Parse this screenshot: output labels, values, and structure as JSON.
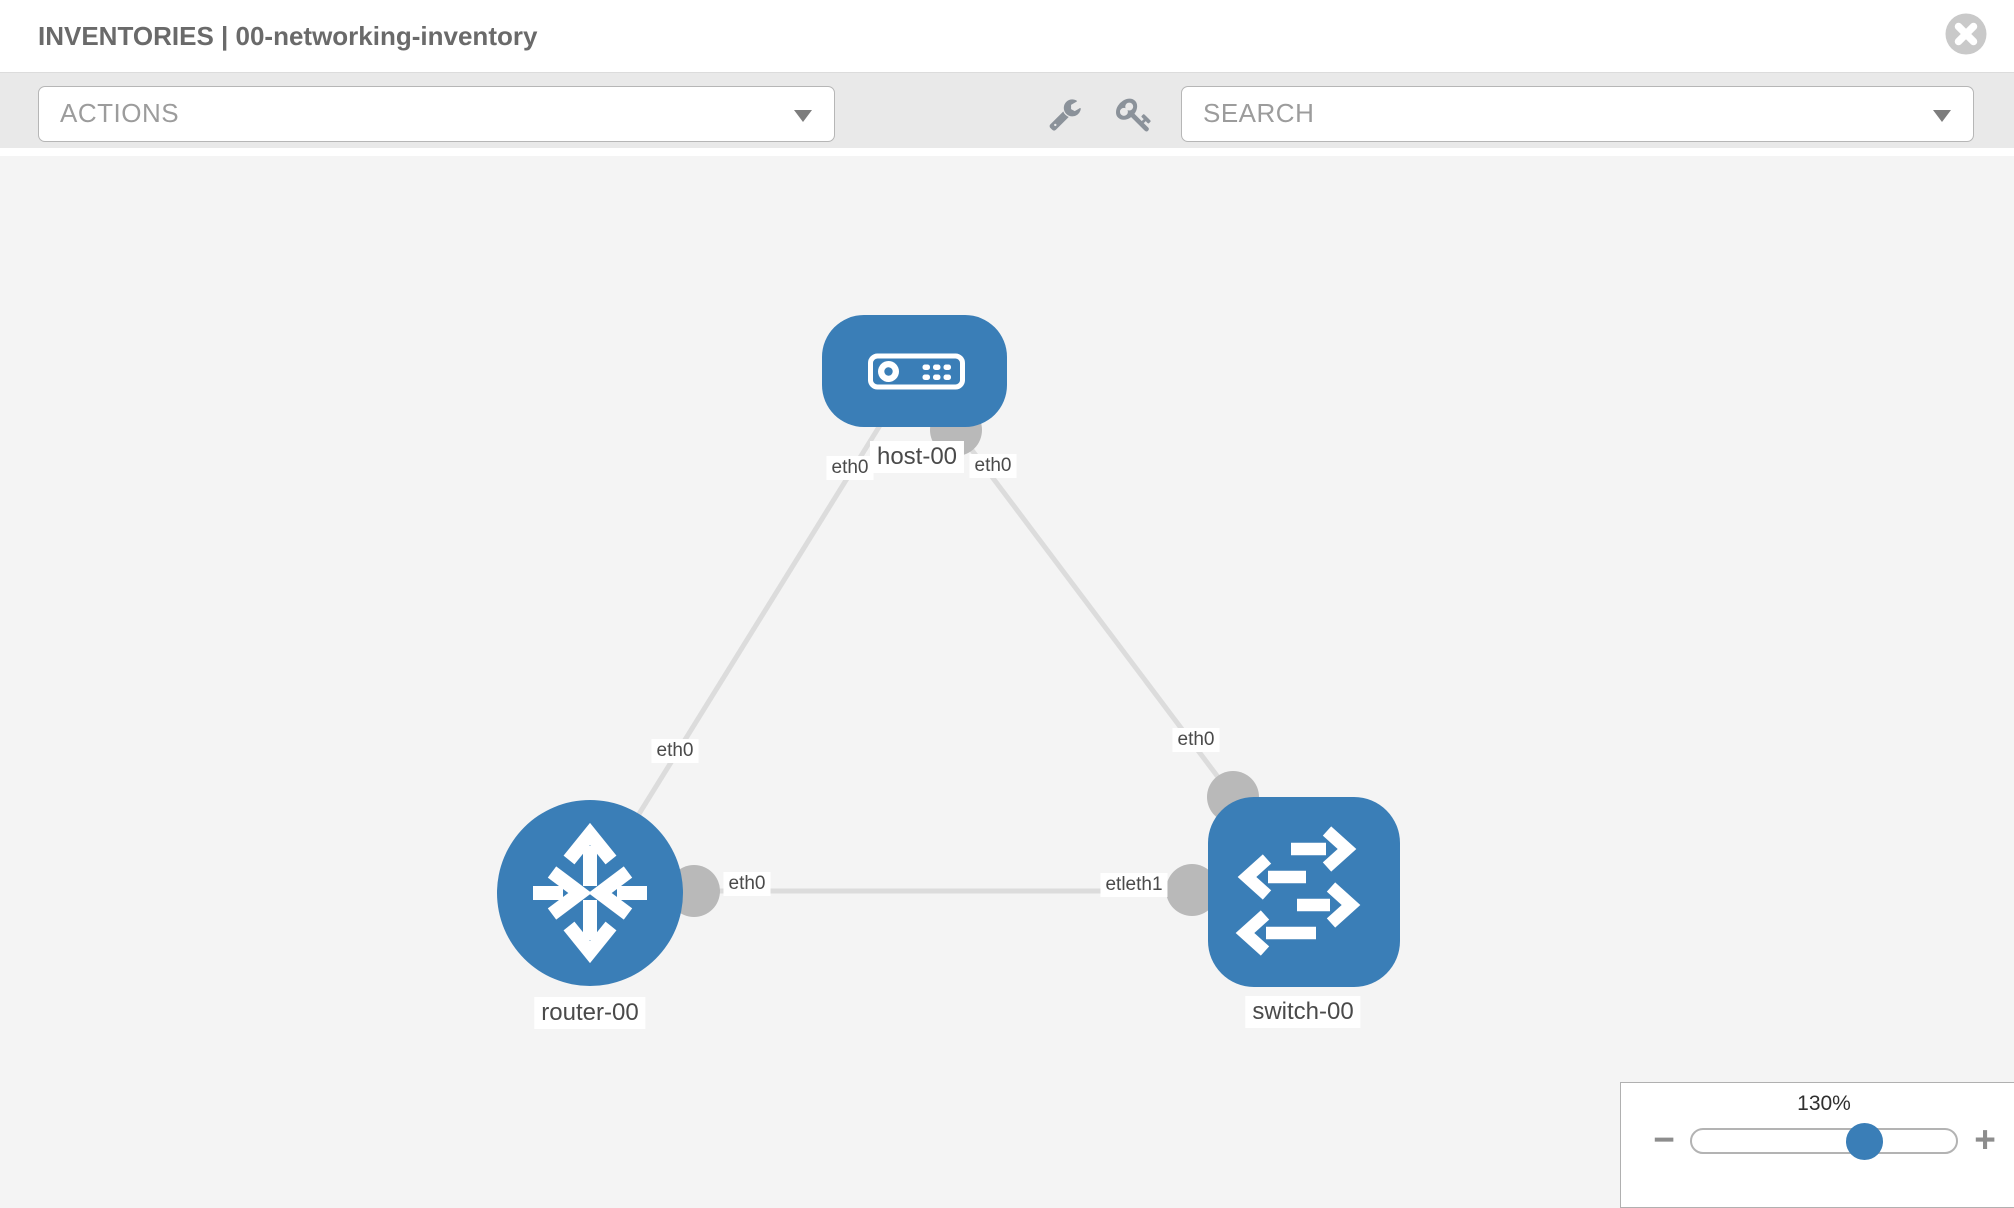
{
  "header": {
    "title": "INVENTORIES | 00-networking-inventory"
  },
  "toolbar": {
    "actions": {
      "label": "ACTIONS"
    },
    "search": {
      "label": "SEARCH"
    },
    "tools": [
      {
        "icon": "wrench"
      },
      {
        "icon": "key"
      }
    ]
  },
  "topology": {
    "nodes": [
      {
        "id": "host-00",
        "label": "host-00",
        "type": "host",
        "shape": "rounded-rect"
      },
      {
        "id": "router-00",
        "label": "router-00",
        "type": "router",
        "shape": "circle"
      },
      {
        "id": "switch-00",
        "label": "switch-00",
        "type": "switch",
        "shape": "rounded-square"
      }
    ],
    "links": [
      {
        "from": "host-00",
        "to": "router-00"
      },
      {
        "from": "host-00",
        "to": "switch-00"
      },
      {
        "from": "router-00",
        "to": "switch-00"
      }
    ],
    "iface_labels": [
      {
        "text": "eth0",
        "at": "host end of host-router link"
      },
      {
        "text": "eth0",
        "at": "host end of host-switch link"
      },
      {
        "text": "eth0",
        "at": "router end of host-router link"
      },
      {
        "text": "eth0",
        "at": "switch end of host-switch link"
      },
      {
        "text": "eth0",
        "at": "router end of router-switch link"
      },
      {
        "text": "etleth1",
        "at": "switch end of router-switch link (overlapping labels)"
      }
    ]
  },
  "zoom_control": {
    "level": "130%",
    "minus": "−",
    "plus": "+"
  },
  "colors": {
    "node_blue": "#3a7eb7",
    "link_gray": "#dcdcdc",
    "connector_gray": "#b9b9b9",
    "toolbar_gray": "#e9e9e9",
    "canvas_gray": "#f4f4f4"
  }
}
